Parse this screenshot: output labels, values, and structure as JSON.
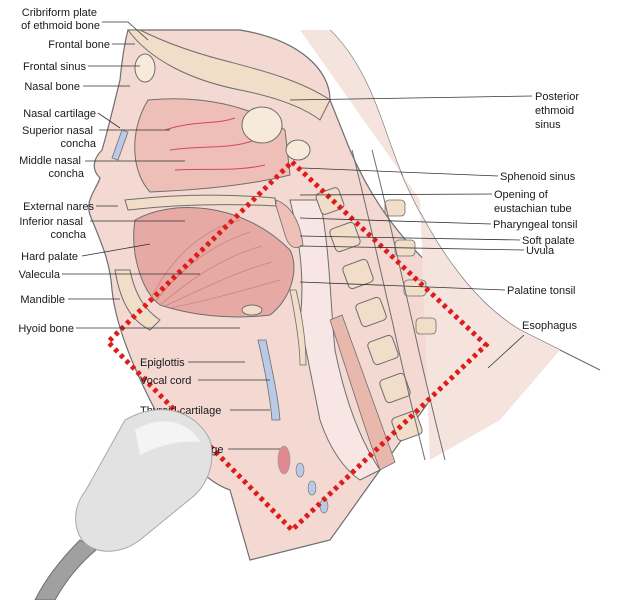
{
  "colors": {
    "tissue": "#f3d9d2",
    "tissue_dark": "#e9b8ad",
    "muscle": "#e7a9a4",
    "bone": "#f1ddc8",
    "airway": "#f7e6e3",
    "cartilage": "#b9c9e6",
    "outline": "#6e6e6e",
    "nerve_red": "#d4485c",
    "frame": "#e01b1b",
    "probe": "#e2e2e2"
  },
  "labels_left": [
    {
      "lines": [
        "Cribriform plate",
        "of ethmoid bone"
      ]
    },
    {
      "lines": [
        "Frontal bone"
      ]
    },
    {
      "lines": [
        "Frontal sinus"
      ]
    },
    {
      "lines": [
        "Nasal bone"
      ]
    },
    {
      "lines": [
        "Nasal cartilage"
      ]
    },
    {
      "lines": [
        "Superior nasal",
        "concha"
      ]
    },
    {
      "lines": [
        "Middle nasal",
        "concha"
      ]
    },
    {
      "lines": [
        "External nares"
      ]
    },
    {
      "lines": [
        "Inferior nasal",
        "concha"
      ]
    },
    {
      "lines": [
        "Hard palate"
      ]
    },
    {
      "lines": [
        "Valecula"
      ]
    },
    {
      "lines": [
        "Mandible"
      ]
    },
    {
      "lines": [
        "Hyoid bone"
      ]
    }
  ],
  "labels_right": [
    {
      "lines": [
        "Posterior",
        "ethmoid",
        "sinus"
      ]
    },
    {
      "lines": [
        "Sphenoid sinus"
      ]
    },
    {
      "lines": [
        "Opening of",
        "eustachian tube"
      ]
    },
    {
      "lines": [
        "Pharyngeal tonsil"
      ]
    },
    {
      "lines": [
        "Soft palate"
      ]
    },
    {
      "lines": [
        "Uvula"
      ]
    },
    {
      "lines": [
        "Palatine tonsil"
      ]
    },
    {
      "lines": [
        "Esophagus"
      ]
    }
  ],
  "labels_inner": [
    {
      "lines": [
        "Epiglottis"
      ]
    },
    {
      "lines": [
        "Vocal cord"
      ]
    },
    {
      "lines": [
        "Thyroid cartilage"
      ]
    },
    {
      "lines": [
        "...age"
      ]
    }
  ]
}
